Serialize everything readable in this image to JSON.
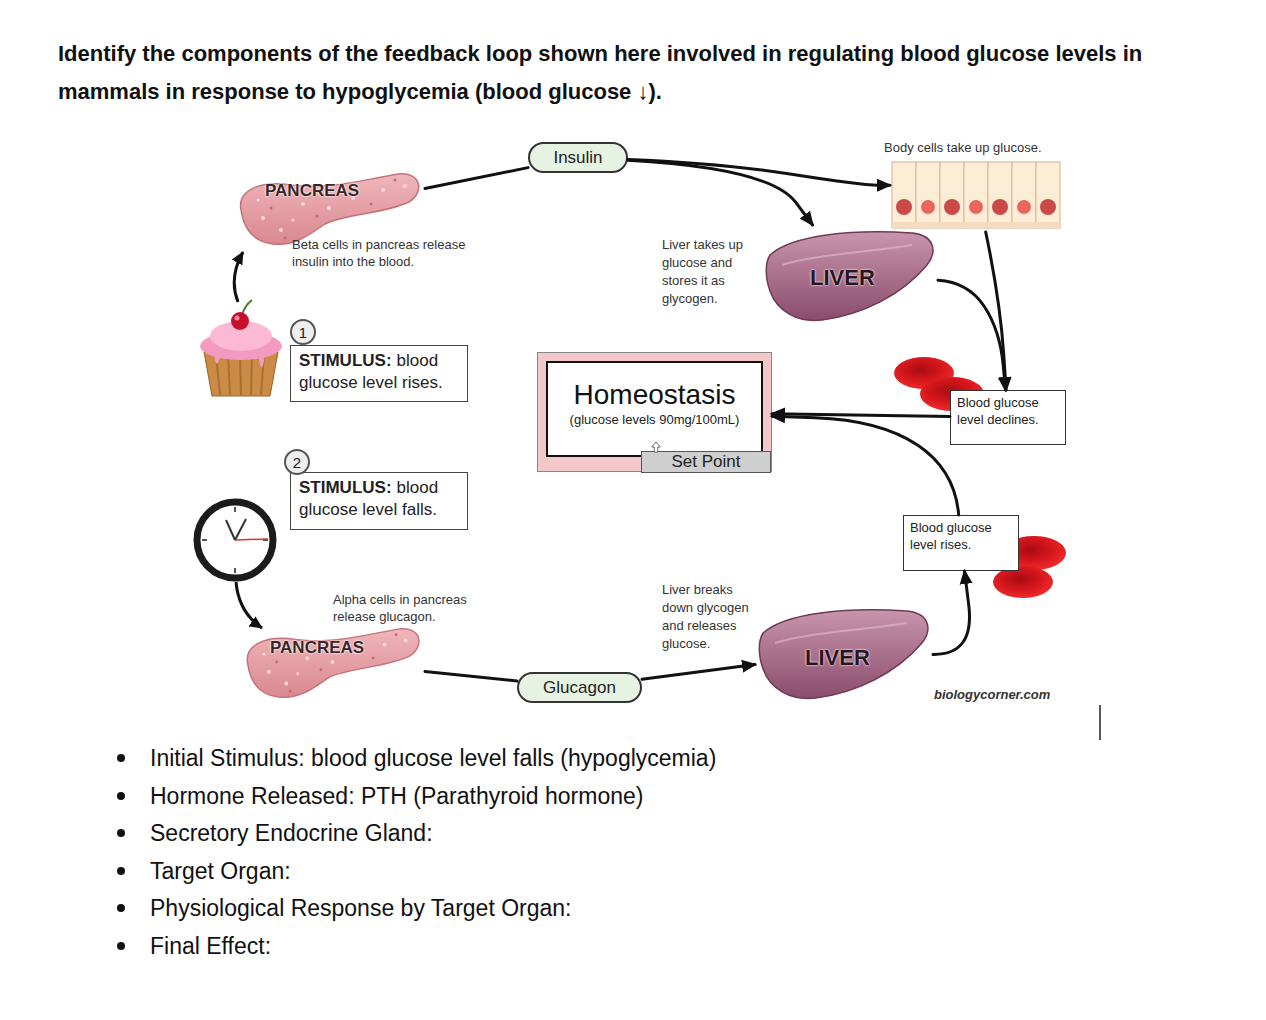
{
  "diagram": {
    "title": "Identify the components of the feedback loop shown here involved in regulating blood glucose levels in mammals in response to hypoglycemia (blood glucose ↓).",
    "nodes": [
      {
        "text": [
          "PANCREAS"
        ]
      },
      {
        "text": [
          "Insulin"
        ]
      },
      {
        "text": [
          "Body cells take up glucose."
        ]
      },
      {
        "text": [
          "LIVER"
        ]
      },
      {
        "text": [
          "STIMULUS:",
          "blood glucose level rises."
        ]
      },
      {
        "text": [
          "Homeostasis",
          "(glucose levels 90mg/100mL)"
        ]
      },
      {
        "text": [
          "Set Point"
        ],
        "in": 5
      },
      {
        "text": [
          "Blood glucose level declines."
        ]
      },
      {
        "text": [
          "STIMULUS:",
          "blood glucose level falls."
        ]
      },
      {
        "text": [
          "Blood glucose level rises."
        ]
      },
      {
        "text": [
          "PANCREAS"
        ]
      },
      {
        "text": [
          "Glucagon"
        ]
      },
      {
        "text": [
          "LIVER"
        ]
      }
    ],
    "edges": [
      {
        "from": 0,
        "to": 1,
        "arrow": "none"
      },
      {
        "from": 1,
        "to": 3,
        "arrow": "to"
      },
      {
        "from": 1,
        "to": 2,
        "arrow": "to"
      },
      {
        "from": 3,
        "to": 7,
        "arrow": "to"
      },
      {
        "from": 2,
        "to": 7,
        "arrow": "to"
      },
      {
        "from": 7,
        "to": 5,
        "arrow": "to"
      },
      {
        "from": 9,
        "to": 5,
        "arrow": "to"
      },
      {
        "from": 10,
        "to": 11,
        "arrow": "none"
      },
      {
        "from": 11,
        "to": 12,
        "arrow": "to"
      },
      {
        "from": 12,
        "to": 9,
        "arrow": "to"
      }
    ],
    "labels": [
      "Beta cells in pancreas release insulin into the blood.",
      "Liver takes up glucose and stores it as glycogen.",
      "1",
      "2",
      "Alpha cells in pancreas release glucagon.",
      "Liver breaks down glycogen and releases glucose.",
      "biologycorner.com",
      "Initial Stimulus: blood glucose level falls (hypoglycemia)",
      "Hormone Released: PTH (Parathyroid hormone)",
      "Secretory Endocrine Gland:",
      "Target Organ:",
      "Physiological Response by Target Organ:",
      "Final Effect:"
    ]
  }
}
